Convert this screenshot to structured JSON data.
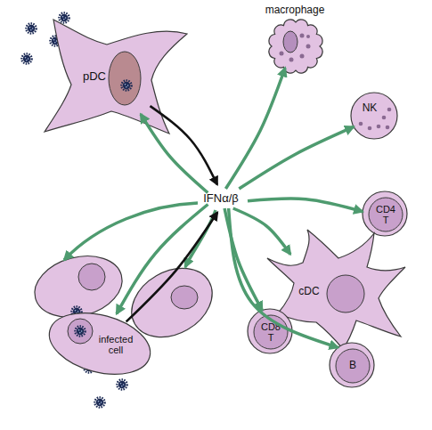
{
  "diagram": {
    "nodes": [
      {
        "text": [
          "pDC"
        ]
      },
      {
        "text": [
          "macrophage"
        ]
      },
      {
        "text": [
          "NK"
        ]
      },
      {
        "text": [
          "IFNα/β"
        ]
      },
      {
        "text": [
          "CD4 T"
        ]
      },
      {
        "text": [
          "cDC"
        ]
      },
      {
        "text": [
          "infected cell"
        ]
      },
      {
        "text": [
          "CD8 T"
        ]
      },
      {
        "text": [
          "B"
        ]
      }
    ],
    "edges": [
      {
        "from": 0,
        "to": 3,
        "arrow": "to"
      },
      {
        "from": 3,
        "to": 0,
        "arrow": "to"
      },
      {
        "from": 3,
        "to": 1,
        "arrow": "to"
      },
      {
        "from": 3,
        "to": 2,
        "arrow": "to"
      },
      {
        "from": 3,
        "to": 4,
        "arrow": "to"
      },
      {
        "from": 3,
        "to": 5,
        "arrow": "to"
      },
      {
        "from": 3,
        "to": 7,
        "arrow": "to"
      },
      {
        "from": 3,
        "to": 8,
        "arrow": "to"
      },
      {
        "from": 3,
        "to": 6,
        "arrow": "to"
      },
      {
        "from": 6,
        "to": 3,
        "arrow": "to"
      }
    ]
  }
}
